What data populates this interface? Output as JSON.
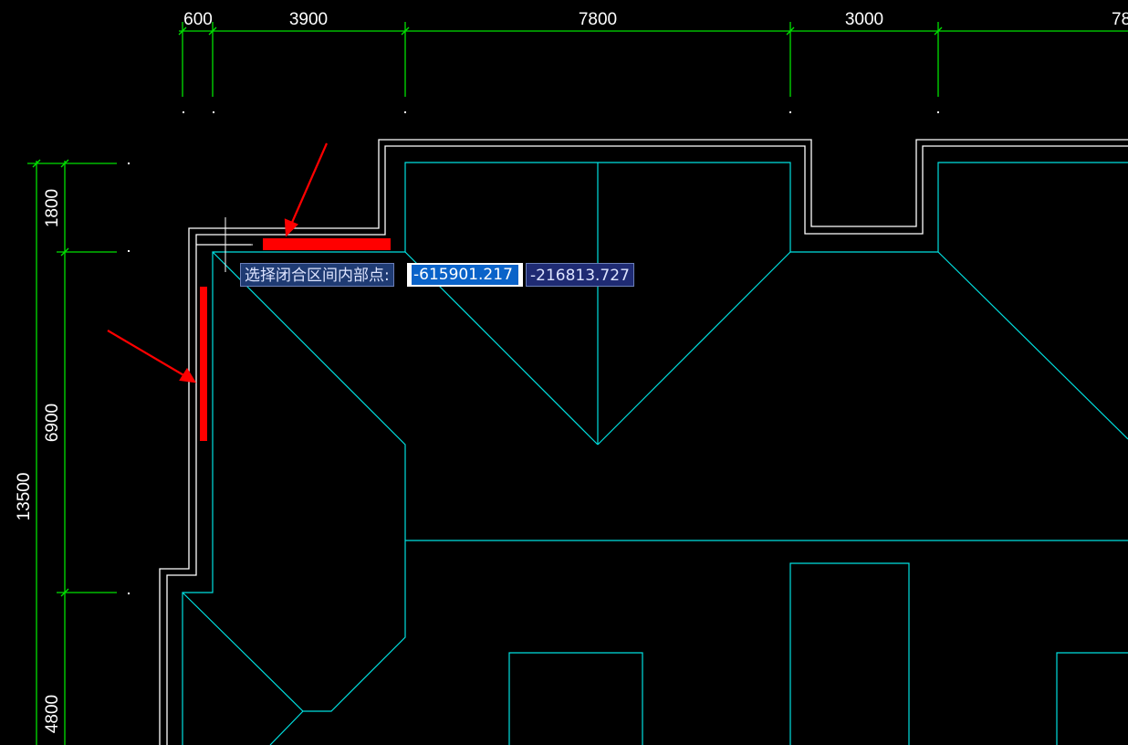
{
  "dimensions": {
    "top": [
      "600",
      "3900",
      "7800",
      "3000",
      "78"
    ],
    "left": [
      "1800",
      "6900",
      "13500",
      "4800"
    ]
  },
  "prompt": {
    "label": "选择闭合区间内部点:",
    "x_value": "-615901.217",
    "y_value": "-216813.727"
  },
  "colors": {
    "background": "#000000",
    "dimension_lines": "#00ff00",
    "wall_lines": "#ffffff",
    "floor_lines": "#00ffff",
    "annotations": "#ff0000"
  }
}
